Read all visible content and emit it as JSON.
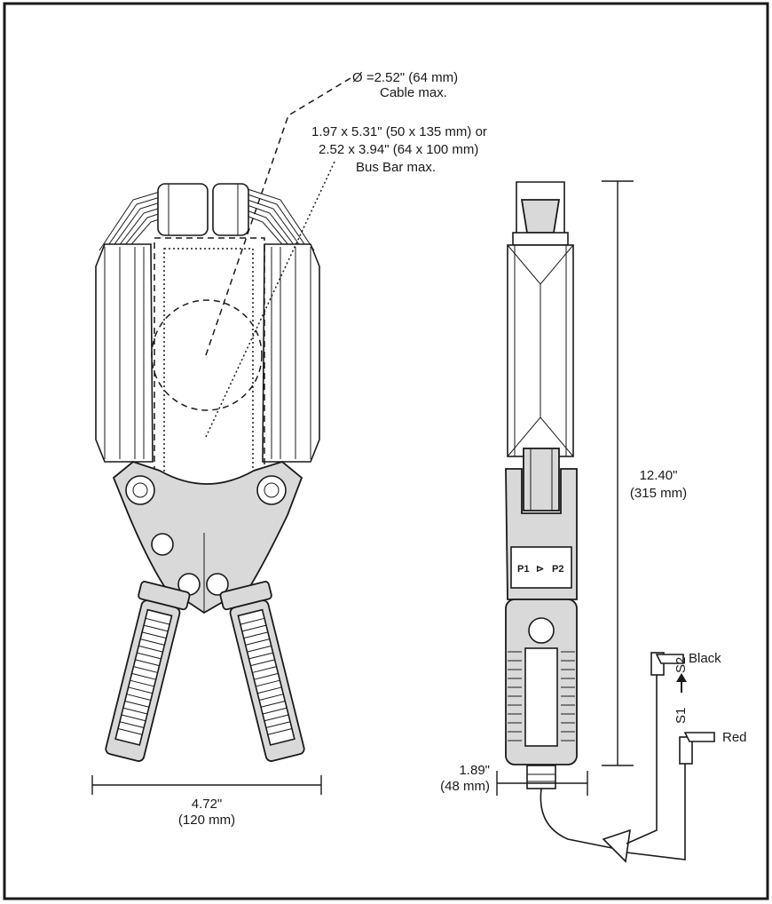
{
  "annotations": {
    "cable_line1": "Ø =2.52\" (64 mm)",
    "cable_line2": "Cable max.",
    "busbar_line1": "1.97 x 5.31\" (50 x 135 mm) or",
    "busbar_line2": "2.52 x 3.94\" (64 x 100 mm)",
    "busbar_line3": "Bus Bar max."
  },
  "dimensions": {
    "width_in": "4.72\"",
    "width_mm": "(120 mm)",
    "height_in": "12.40\"",
    "height_mm": "(315 mm)",
    "depth_in": "1.89\"",
    "depth_mm": "(48 mm)"
  },
  "labels": {
    "p1": "P1",
    "p2": "P2",
    "s1": "S1",
    "s2": "S2",
    "black": "Black",
    "red": "Red"
  }
}
